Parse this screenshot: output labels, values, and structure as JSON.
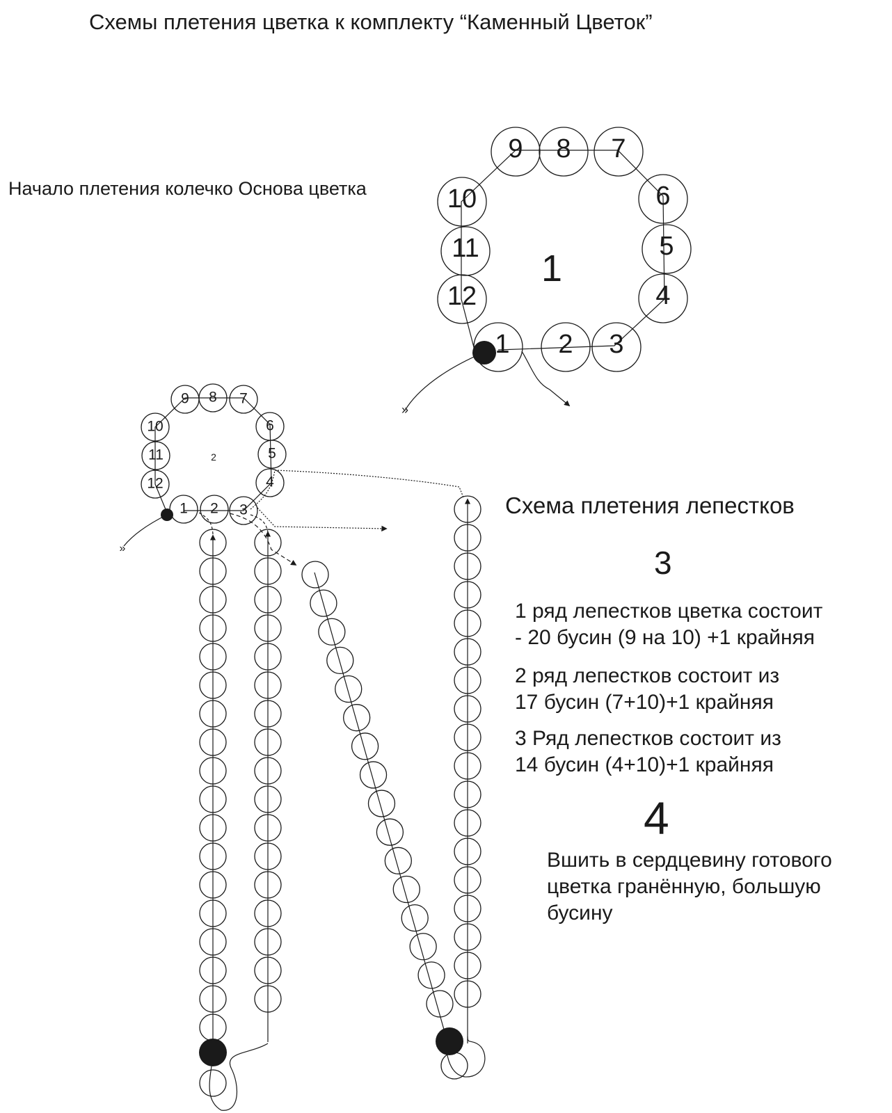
{
  "title": "Схемы плетения цветка к комплекту “Каменный Цветок”",
  "ring_start_label": "Начало плетения колечко Основа цветка",
  "large_ring": {
    "center_number": "1",
    "bead_numbers": [
      "1",
      "2",
      "3",
      "4",
      "5",
      "6",
      "7",
      "8",
      "9",
      "10",
      "11",
      "12"
    ]
  },
  "small_ring": {
    "center_number": "2",
    "bead_numbers": [
      "1",
      "2",
      "3",
      "4",
      "5",
      "6",
      "7",
      "8",
      "9",
      "10",
      "11",
      "12"
    ]
  },
  "petals_title": "Схема плетения лепестков",
  "step3_number": "3",
  "petal_rows": [
    {
      "line1": "1 ряд лепестков цветка состоит",
      "line2": "- 20 бусин (9 на 10) +1 крайняя"
    },
    {
      "line1": "2 ряд лепестков состоит из",
      "line2": " 17 бусин (7+10)+1 крайняя"
    },
    {
      "line1": "3 Ряд лепестков состоит из",
      "line2": " 14 бусин (4+10)+1 крайняя"
    }
  ],
  "step4_number": "4",
  "final_note": {
    "line1": "Вшить в сердцевину готового",
    "line2": "цветка гранённую, большую",
    "line3": "бусину"
  },
  "colors": {
    "ink": "#1a1a1a",
    "background": "#ffffff"
  }
}
